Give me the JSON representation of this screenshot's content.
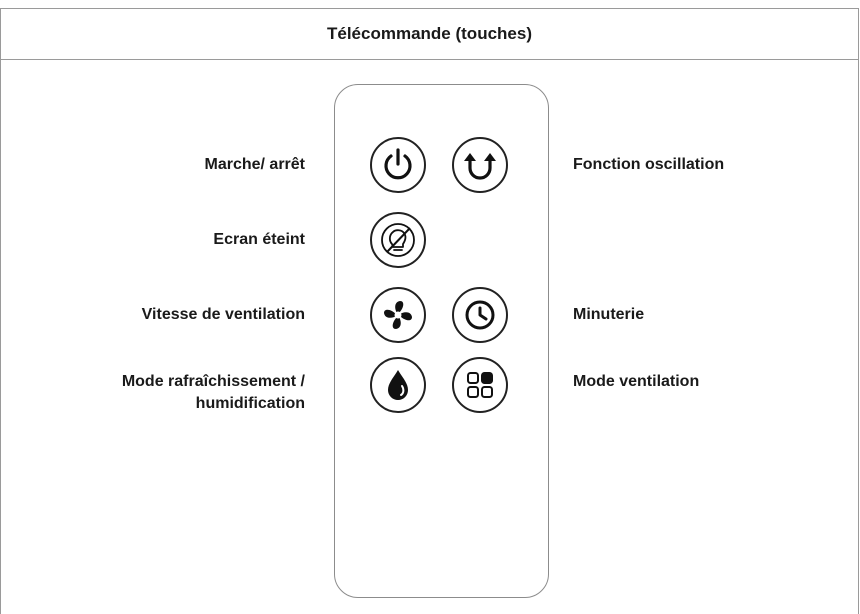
{
  "title": "Télécommande (touches)",
  "labels": {
    "power": "Marche/ arrêt",
    "oscillation": "Fonction oscillation",
    "screen_off": "Ecran éteint",
    "fan_speed": "Vitesse de ventilation",
    "timer": "Minuterie",
    "cooling_line1": "Mode rafraîchissement /",
    "cooling_line2": "humidification",
    "fan_mode": "Mode ventilation"
  }
}
